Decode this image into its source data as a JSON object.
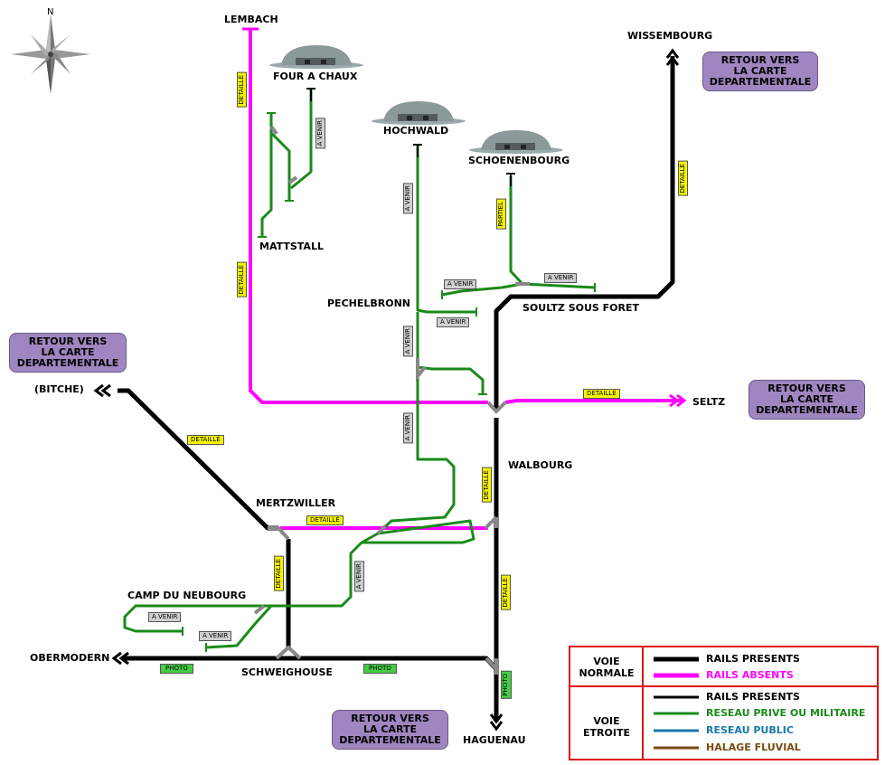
{
  "colors": {
    "normal_present": "#000000",
    "absent": "#ff00ff",
    "narrow_present": "#000000",
    "private_military": "#1a8a1a",
    "public": "#1878a8",
    "halage": "#7a4a10",
    "junction": "#888888",
    "legend_border": "#e01010",
    "return_button": "#9f86c0"
  },
  "compass": {
    "north_letter": "N"
  },
  "stations": {
    "lembach": "LEMBACH",
    "four_a_chaux": "FOUR A CHAUX",
    "hochwald": "HOCHWALD",
    "schoenenbourg": "SCHOENENBOURG",
    "wissembourg": "WISSEMBOURG",
    "mattstall": "MATTSTALL",
    "pechelbronn": "PECHELBRONN",
    "soultz": "SOULTZ SOUS FORET",
    "bitche": "(BITCHE)",
    "seltz": "SELTZ",
    "walbourg": "WALBOURG",
    "mertzwiller": "MERTZWILLER",
    "camp_neubourg": "CAMP DU NEUBOURG",
    "obermodern": "OBERMODERN",
    "schweighouse": "SCHWEIGHOUSE",
    "haguenau": "HAGUENAU"
  },
  "return_buttons": {
    "top_right": [
      "RETOUR VERS",
      "LA CARTE",
      "DEPARTEMENTALE"
    ],
    "left": [
      "RETOUR VERS",
      "LA CARTE",
      "DEPARTEMENTALE"
    ],
    "right": [
      "RETOUR VERS",
      "LA CARTE",
      "DEPARTEMENTALE"
    ],
    "bottom": [
      "RETOUR VERS",
      "LA CARTE",
      "DEPARTEMENTALE"
    ]
  },
  "tags": {
    "detaille": "DETAILLÉ",
    "a_venir": "A VENIR",
    "partiel": "PARTIEL",
    "photo": "PHOTO"
  },
  "legend": {
    "voie_normale": [
      "VOIE",
      "NORMALE"
    ],
    "voie_etroite": [
      "VOIE",
      "ETROITE"
    ],
    "normale_items": [
      {
        "label": "RAILS PRESENTS",
        "color": "#000000"
      },
      {
        "label": "RAILS ABSENTS",
        "color": "#ff00ff"
      }
    ],
    "etroite_items": [
      {
        "label": "RAILS PRESENTS",
        "color": "#000000"
      },
      {
        "label": "RESEAU PRIVE OU MILITAIRE",
        "color": "#1a8a1a"
      },
      {
        "label": "RESEAU PUBLIC",
        "color": "#1878a8"
      },
      {
        "label": "HALAGE FLUVIAL",
        "color": "#7a4a10"
      }
    ]
  }
}
